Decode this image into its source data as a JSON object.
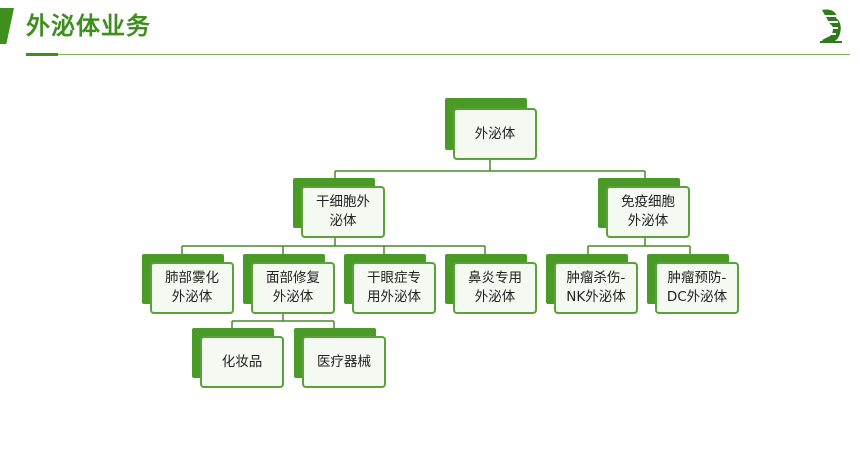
{
  "header": {
    "title": "外泌体业务",
    "logo_icon": "stripe-leaf-logo-icon"
  },
  "colors": {
    "accent": "#3f8f1f",
    "node_border": "#5aa13a",
    "node_fill": "#f4f9f1",
    "connector": "#4a8a2a"
  },
  "diagram": {
    "root": {
      "label": "外泌体"
    },
    "level1": [
      {
        "label": "干细胞外\n泌体"
      },
      {
        "label": "免疫细胞\n外泌体"
      }
    ],
    "level2": [
      {
        "label": "肺部雾化\n外泌体"
      },
      {
        "label": "面部修复\n外泌体"
      },
      {
        "label": "干眼症专\n用外泌体"
      },
      {
        "label": "鼻炎专用\n外泌体"
      },
      {
        "label": "肿瘤杀伤-\nNK外泌体"
      },
      {
        "label": "肿瘤预防-\nDC外泌体"
      }
    ],
    "level3": [
      {
        "label": "化妆品"
      },
      {
        "label": "医疗器械"
      }
    ]
  }
}
